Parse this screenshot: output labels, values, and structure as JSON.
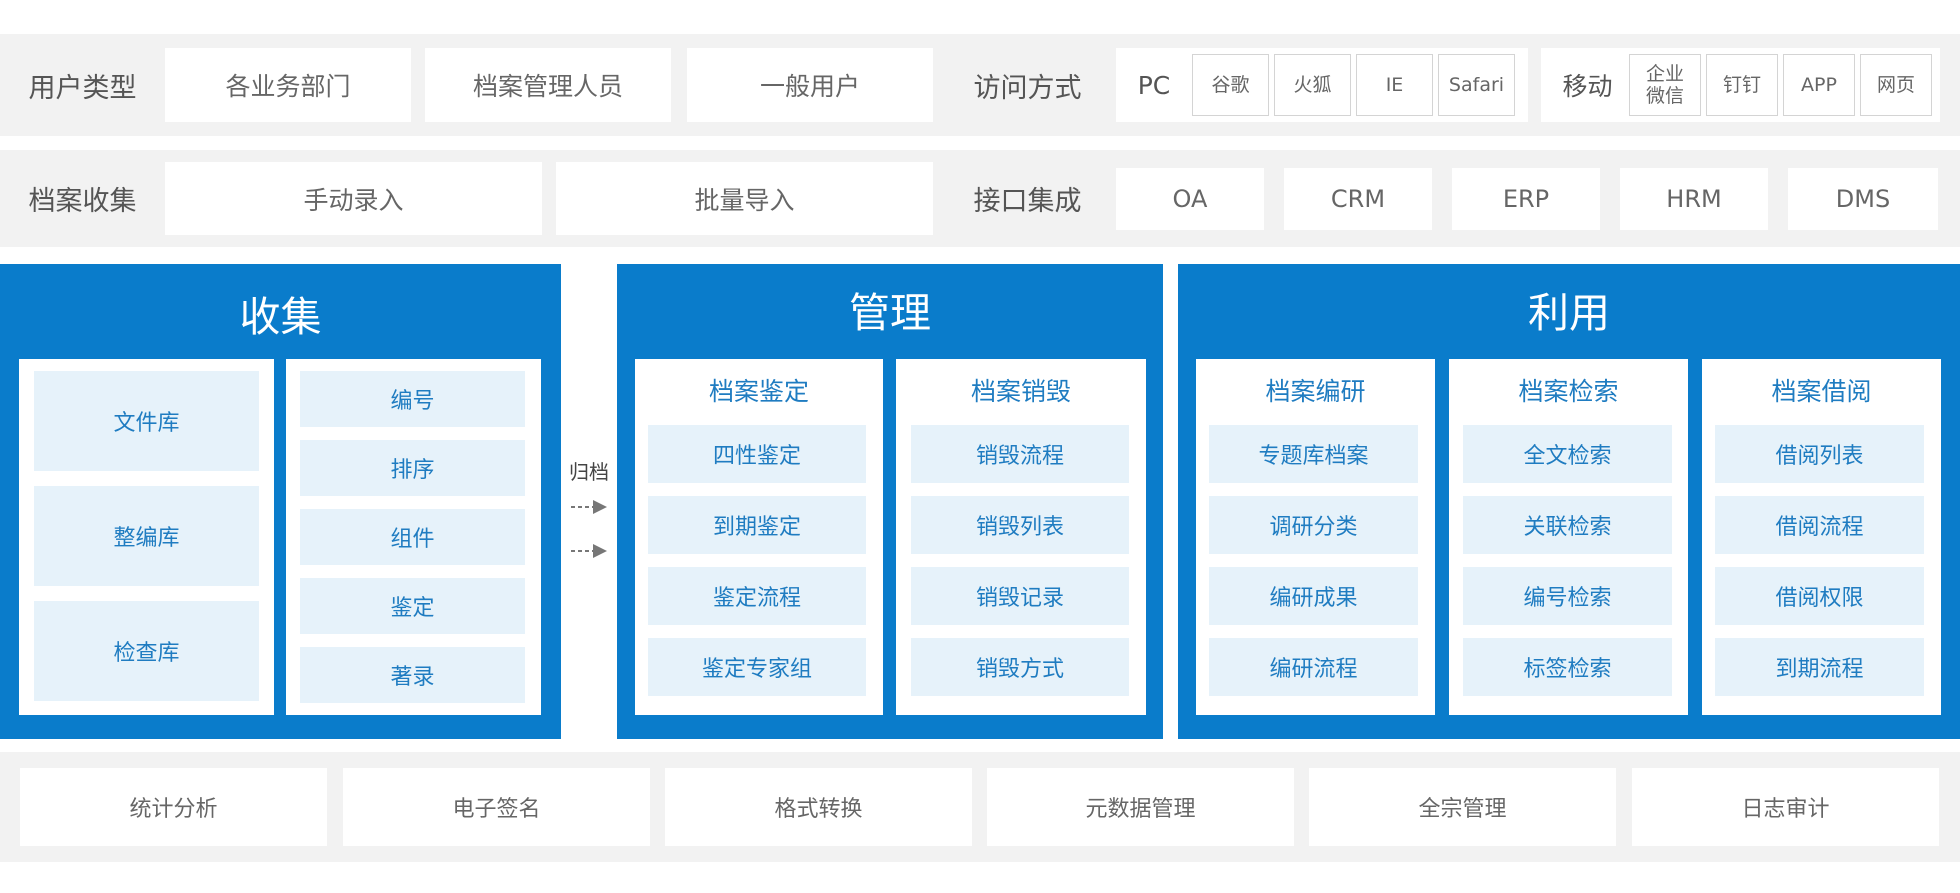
{
  "row1": {
    "user_type_label": "用户类型",
    "user_types": [
      "各业务部门",
      "档案管理人员",
      "一般用户"
    ],
    "access_label": "访问方式",
    "pc": {
      "label": "PC",
      "items": [
        "谷歌",
        "火狐",
        "IE",
        "Safari"
      ]
    },
    "mobile": {
      "label": "移动",
      "items": [
        "企业微信",
        "钉钉",
        "APP",
        "网页"
      ]
    }
  },
  "row2": {
    "collect_label": "档案收集",
    "methods": [
      "手动录入",
      "批量导入"
    ],
    "integration_label": "接口集成",
    "integrations": [
      "OA",
      "CRM",
      "ERP",
      "HRM",
      "DMS"
    ]
  },
  "collect": {
    "title": "收集",
    "libraries": [
      "文件库",
      "整编库",
      "检查库"
    ],
    "steps": [
      "编号",
      "排序",
      "组件",
      "鉴定",
      "著录"
    ]
  },
  "archive_label": "归档",
  "manage": {
    "title": "管理",
    "columns": [
      {
        "title": "档案鉴定",
        "items": [
          "四性鉴定",
          "到期鉴定",
          "鉴定流程",
          "鉴定专家组"
        ]
      },
      {
        "title": "档案销毁",
        "items": [
          "销毁流程",
          "销毁列表",
          "销毁记录",
          "销毁方式"
        ]
      }
    ]
  },
  "use": {
    "title": "利用",
    "columns": [
      {
        "title": "档案编研",
        "items": [
          "专题库档案",
          "调研分类",
          "编研成果",
          "编研流程"
        ]
      },
      {
        "title": "档案检索",
        "items": [
          "全文检索",
          "关联检索",
          "编号检索",
          "标签检索"
        ]
      },
      {
        "title": "档案借阅",
        "items": [
          "借阅列表",
          "借阅流程",
          "借阅权限",
          "到期流程"
        ]
      }
    ]
  },
  "footer": [
    "统计分析",
    "电子签名",
    "格式转换",
    "元数据管理",
    "全宗管理",
    "日志审计"
  ],
  "colors": {
    "primary_blue": "#0a7ccb",
    "item_bg": "#e6f2fa",
    "item_text": "#1f7cc1",
    "band_bg": "#f2f2f2"
  }
}
